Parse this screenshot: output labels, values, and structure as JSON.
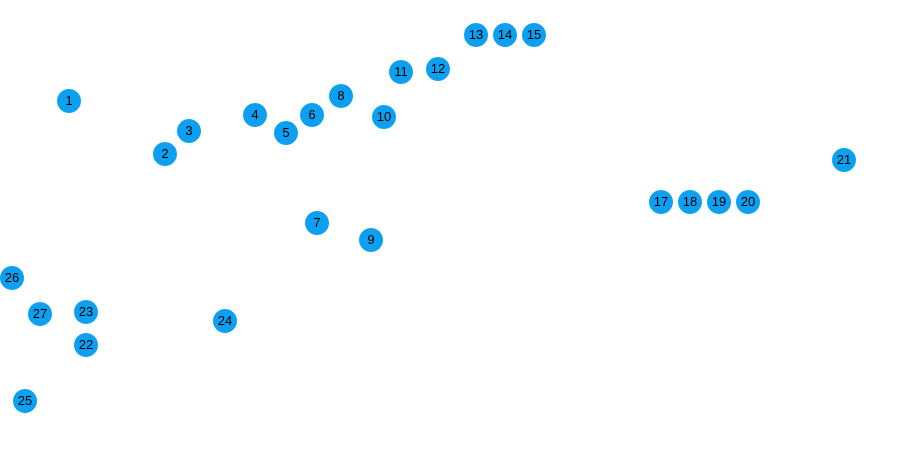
{
  "markers": [
    {
      "label": "1"
    },
    {
      "label": "2"
    },
    {
      "label": "3"
    },
    {
      "label": "4"
    },
    {
      "label": "5"
    },
    {
      "label": "6"
    },
    {
      "label": "7"
    },
    {
      "label": "8"
    },
    {
      "label": "9"
    },
    {
      "label": "10"
    },
    {
      "label": "11"
    },
    {
      "label": "12"
    },
    {
      "label": "13"
    },
    {
      "label": "14"
    },
    {
      "label": "15"
    },
    {
      "label": "17"
    },
    {
      "label": "18"
    },
    {
      "label": "19"
    },
    {
      "label": "20"
    },
    {
      "label": "21"
    },
    {
      "label": "22"
    },
    {
      "label": "23"
    },
    {
      "label": "24"
    },
    {
      "label": "25"
    },
    {
      "label": "26"
    },
    {
      "label": "27"
    }
  ],
  "colors": {
    "marker_fill": "#0ea0f0",
    "marker_text": "#000000"
  }
}
